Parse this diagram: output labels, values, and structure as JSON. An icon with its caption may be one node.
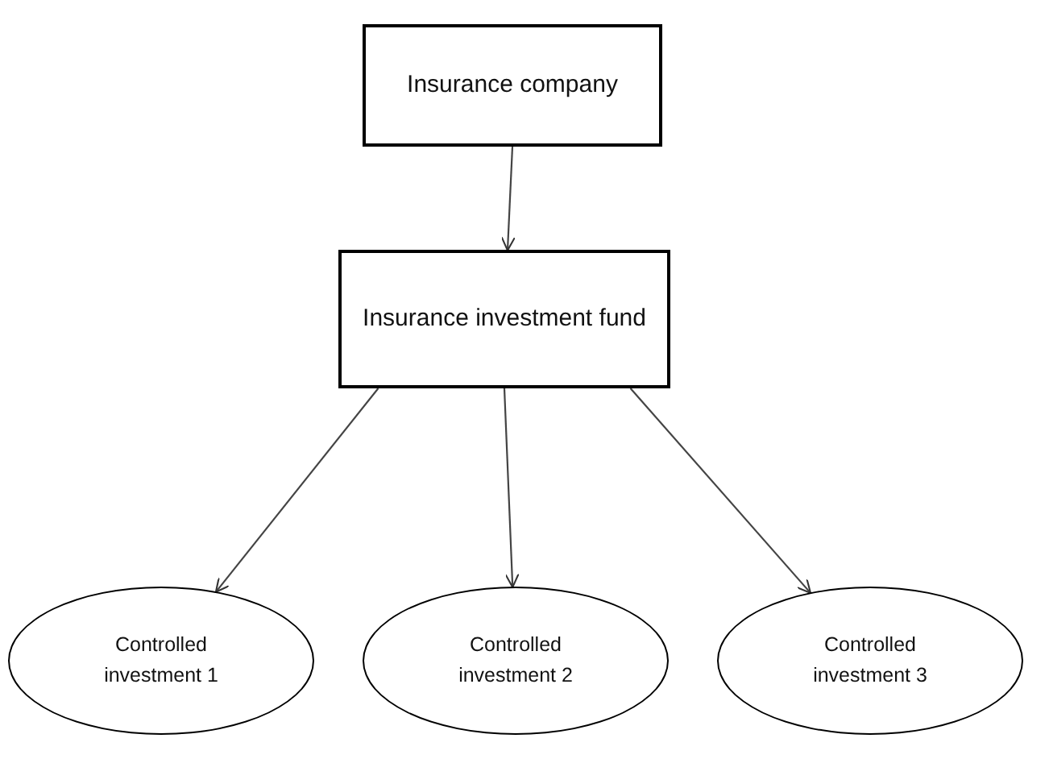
{
  "diagram": {
    "nodes": [
      {
        "text": [
          "Insurance company"
        ]
      },
      {
        "text": [
          "Insurance investment fund"
        ]
      },
      {
        "text": [
          "Controlled investment 1"
        ]
      },
      {
        "text": [
          "Controlled investment 2"
        ]
      },
      {
        "text": [
          "Controlled investment 3"
        ]
      }
    ],
    "edges": [
      {
        "from": 0,
        "to": 1,
        "arrow": "to"
      },
      {
        "from": 1,
        "to": 2,
        "arrow": "to"
      },
      {
        "from": 1,
        "to": 3,
        "arrow": "to"
      },
      {
        "from": 1,
        "to": 4,
        "arrow": "to"
      }
    ]
  }
}
